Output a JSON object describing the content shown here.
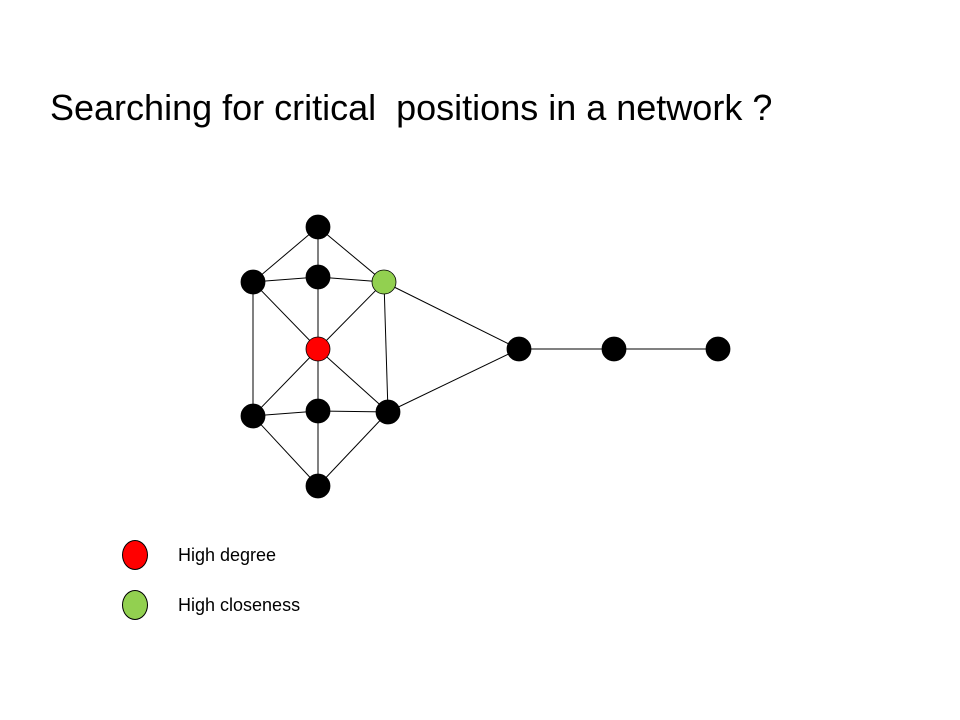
{
  "title": "Searching for critical  positions in a network ?",
  "colors": {
    "background": "#ffffff",
    "node_default": "#000000",
    "node_high_degree": "#ff0000",
    "node_high_closeness": "#92d050",
    "edge": "#000000"
  },
  "legend": [
    {
      "id": "high-degree",
      "label": "High degree",
      "color": "#ff0000"
    },
    {
      "id": "high-closeness",
      "label": "High closeness",
      "color": "#92d050"
    }
  ],
  "network": {
    "nodes": [
      {
        "id": "top",
        "role": "default"
      },
      {
        "id": "upper-left",
        "role": "default"
      },
      {
        "id": "upper-middle",
        "role": "default"
      },
      {
        "id": "upper-right",
        "role": "high-closeness"
      },
      {
        "id": "center",
        "role": "high-degree"
      },
      {
        "id": "lower-left",
        "role": "default"
      },
      {
        "id": "lower-middle",
        "role": "default"
      },
      {
        "id": "lower-right",
        "role": "default"
      },
      {
        "id": "bottom",
        "role": "default"
      },
      {
        "id": "bridge",
        "role": "default"
      },
      {
        "id": "chain-1",
        "role": "default"
      },
      {
        "id": "chain-2",
        "role": "default"
      }
    ],
    "edges": [
      [
        "top",
        "upper-left"
      ],
      [
        "top",
        "upper-middle"
      ],
      [
        "top",
        "upper-right"
      ],
      [
        "upper-left",
        "upper-middle"
      ],
      [
        "upper-middle",
        "upper-right"
      ],
      [
        "upper-left",
        "lower-left"
      ],
      [
        "upper-right",
        "lower-right"
      ],
      [
        "upper-left",
        "center"
      ],
      [
        "upper-middle",
        "center"
      ],
      [
        "upper-right",
        "center"
      ],
      [
        "center",
        "lower-left"
      ],
      [
        "center",
        "lower-middle"
      ],
      [
        "center",
        "lower-right"
      ],
      [
        "lower-left",
        "lower-middle"
      ],
      [
        "lower-middle",
        "lower-right"
      ],
      [
        "lower-left",
        "bottom"
      ],
      [
        "lower-middle",
        "bottom"
      ],
      [
        "lower-right",
        "bottom"
      ],
      [
        "upper-right",
        "bridge"
      ],
      [
        "lower-right",
        "bridge"
      ],
      [
        "bridge",
        "chain-1"
      ],
      [
        "chain-1",
        "chain-2"
      ]
    ]
  }
}
